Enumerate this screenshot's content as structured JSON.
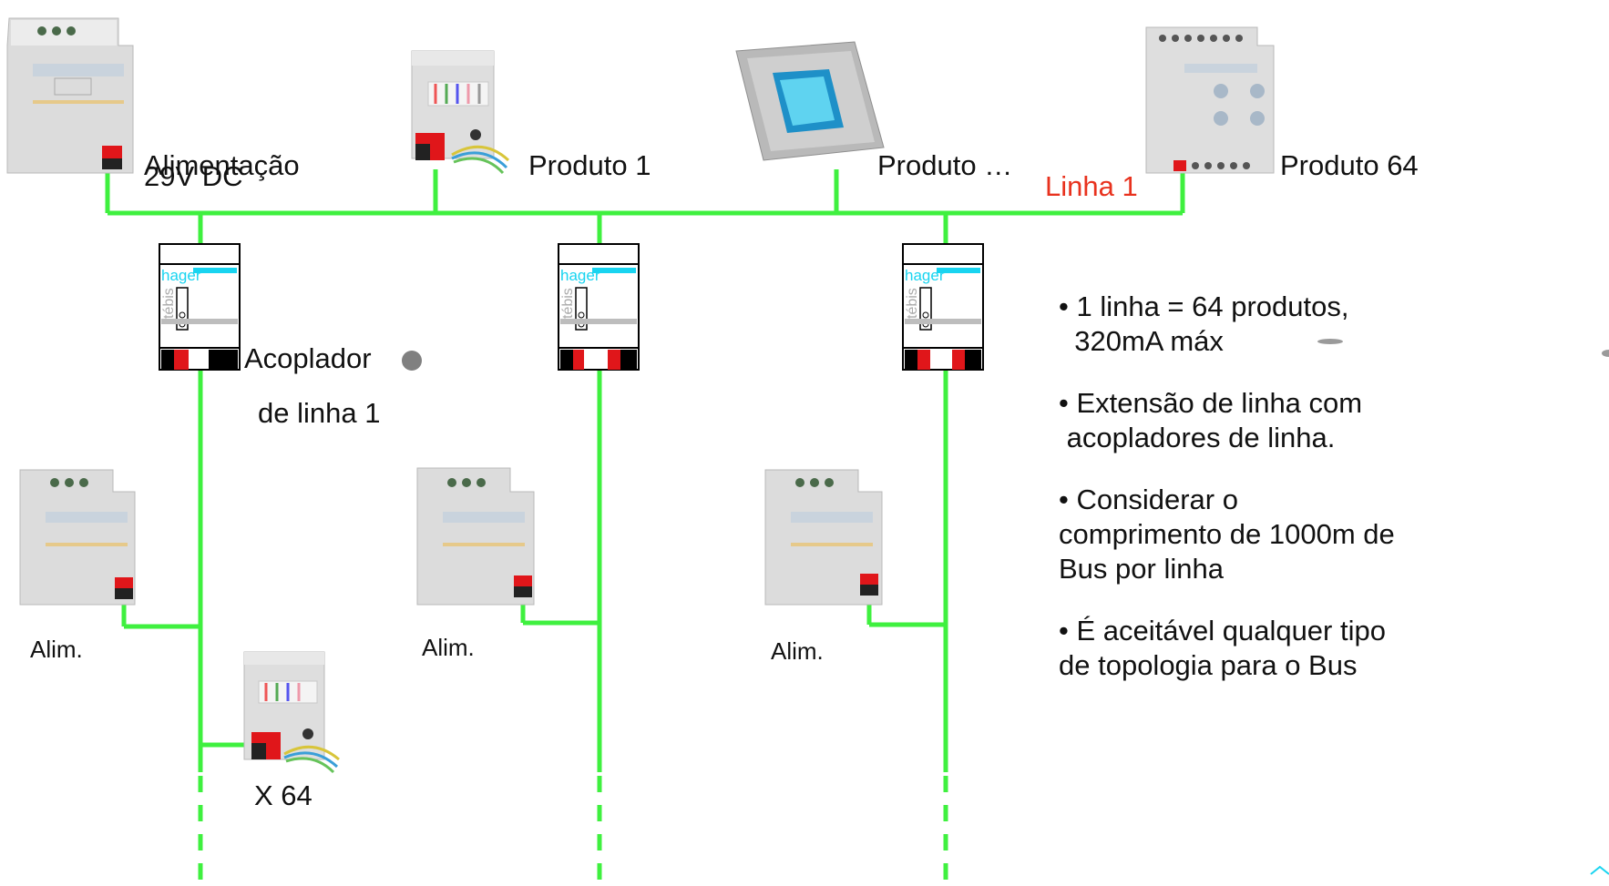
{
  "labels": {
    "power_supply_line1": "Alimentação",
    "power_supply_line2": "29V DC",
    "product_1": "Produto 1",
    "product_mid": "Produto …",
    "product_64": "Produto 64",
    "line_1": "Linha 1",
    "coupler_line1": "Acoplador",
    "coupler_line2": "de linha 1",
    "alim_left": "Alim.",
    "alim_mid": "Alim.",
    "alim_right": "Alim.",
    "x64": "X 64"
  },
  "coupler": {
    "brand": "hager",
    "vertical": "tébis"
  },
  "bullets": [
    "• 1 linha = 64 produtos,\n  320mA máx",
    "• Extensão de linha com\n acopladores de linha.",
    "• Considerar o\ncomprimento de 1000m de\nBus por linha",
    "• É aceitável qualquer tipo\nde topologia para o Bus"
  ],
  "colors": {
    "bus": "#3ff03f",
    "line_label": "#e8321e",
    "accent": "#19d4f0",
    "connector": "#e0161a"
  }
}
